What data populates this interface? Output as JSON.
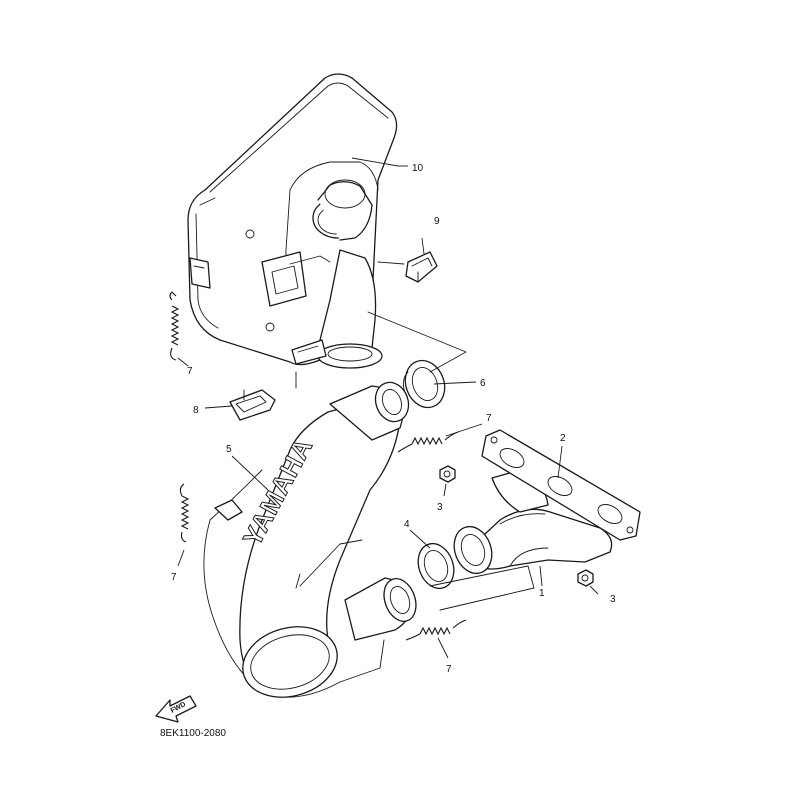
{
  "diagram": {
    "brand_text": "YAMAHA",
    "fwd_label": "FWD",
    "diagram_code": "8EK1100-2080",
    "callouts": {
      "c1": "1",
      "c2": "2",
      "c3a": "3",
      "c3b": "3",
      "c4": "4",
      "c5": "5",
      "c6": "6",
      "c7a": "7",
      "c7b": "7",
      "c7c": "7",
      "c7d": "7",
      "c8": "8",
      "c9": "9",
      "c10": "10"
    }
  }
}
